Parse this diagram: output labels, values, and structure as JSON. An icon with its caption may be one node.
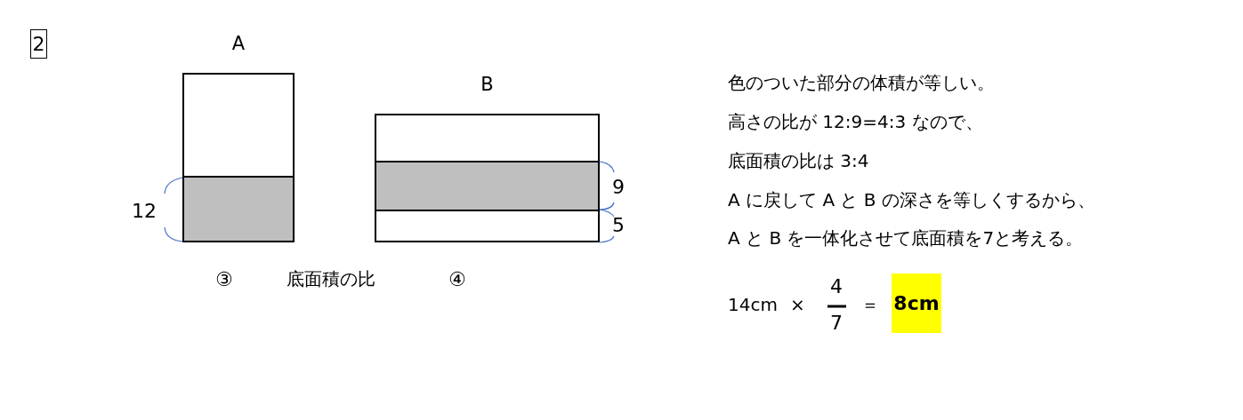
{
  "diagram": {
    "nodes": [
      {
        "text": [
          "2"
        ]
      },
      {
        "text": [
          "A"
        ]
      },
      {
        "text": [],
        "shape": "box",
        "in": 1
      },
      {
        "text": [
          "B"
        ]
      },
      {
        "text": [],
        "shape": "box",
        "in": 3
      },
      {
        "text": [],
        "shape": "box",
        "in": 3
      },
      {
        "text": [
          "8cm"
        ]
      }
    ],
    "labels": [
      "12",
      "9",
      "5",
      "③",
      "底面積の比",
      "④",
      "色のついた部分の体積が等しい。",
      "高さの比が 12:9=4:3 なので、",
      "底面積の比は 3:4",
      "A に戻して A と B の深さを等しくするから、",
      "A と B を一体化させて底面積を7と考える。",
      "14cm",
      "×",
      "4",
      "7",
      "＝"
    ]
  }
}
